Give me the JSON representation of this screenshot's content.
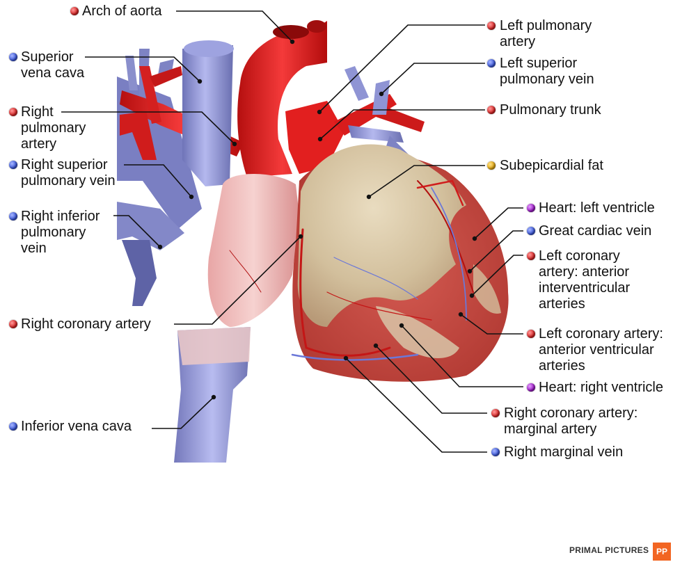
{
  "labels": {
    "arch_of_aorta": "Arch of aorta",
    "superior_vena_cava": "Superior\nvena cava",
    "right_pulmonary_artery": "Right\npulmonary\nartery",
    "right_superior_pulmonary_vein": "Right superior\npulmonary vein",
    "right_inferior_pulmonary_vein": "Right inferior\npulmonary\nvein",
    "right_coronary_artery": "Right coronary artery",
    "inferior_vena_cava": "Inferior vena cava",
    "left_pulmonary_artery": "Left pulmonary\nartery",
    "left_superior_pulmonary_vein": "Left superior\npulmonary vein",
    "pulmonary_trunk": "Pulmonary trunk",
    "subepicardial_fat": "Subepicardial fat",
    "heart_left_ventricle": "Heart: left ventricle",
    "great_cardiac_vein": "Great cardiac vein",
    "left_coronary_artery_anterior_interventricular": "Left coronary\nartery: anterior\ninterventricular\narteries",
    "left_coronary_artery_anterior_ventricular": "Left coronary artery:\nanterior ventricular\narteries",
    "heart_right_ventricle": "Heart: right ventricle",
    "right_coronary_artery_marginal": "Right coronary artery:\nmarginal artery",
    "right_marginal_vein": "Right marginal vein"
  },
  "label_colors": {
    "artery": "#d62424",
    "vein": "#3a56d8",
    "fat": "#e0a510",
    "muscle": "#9a18c4"
  },
  "brand": {
    "name": "PRIMAL PICTURES",
    "logo": "PP"
  }
}
